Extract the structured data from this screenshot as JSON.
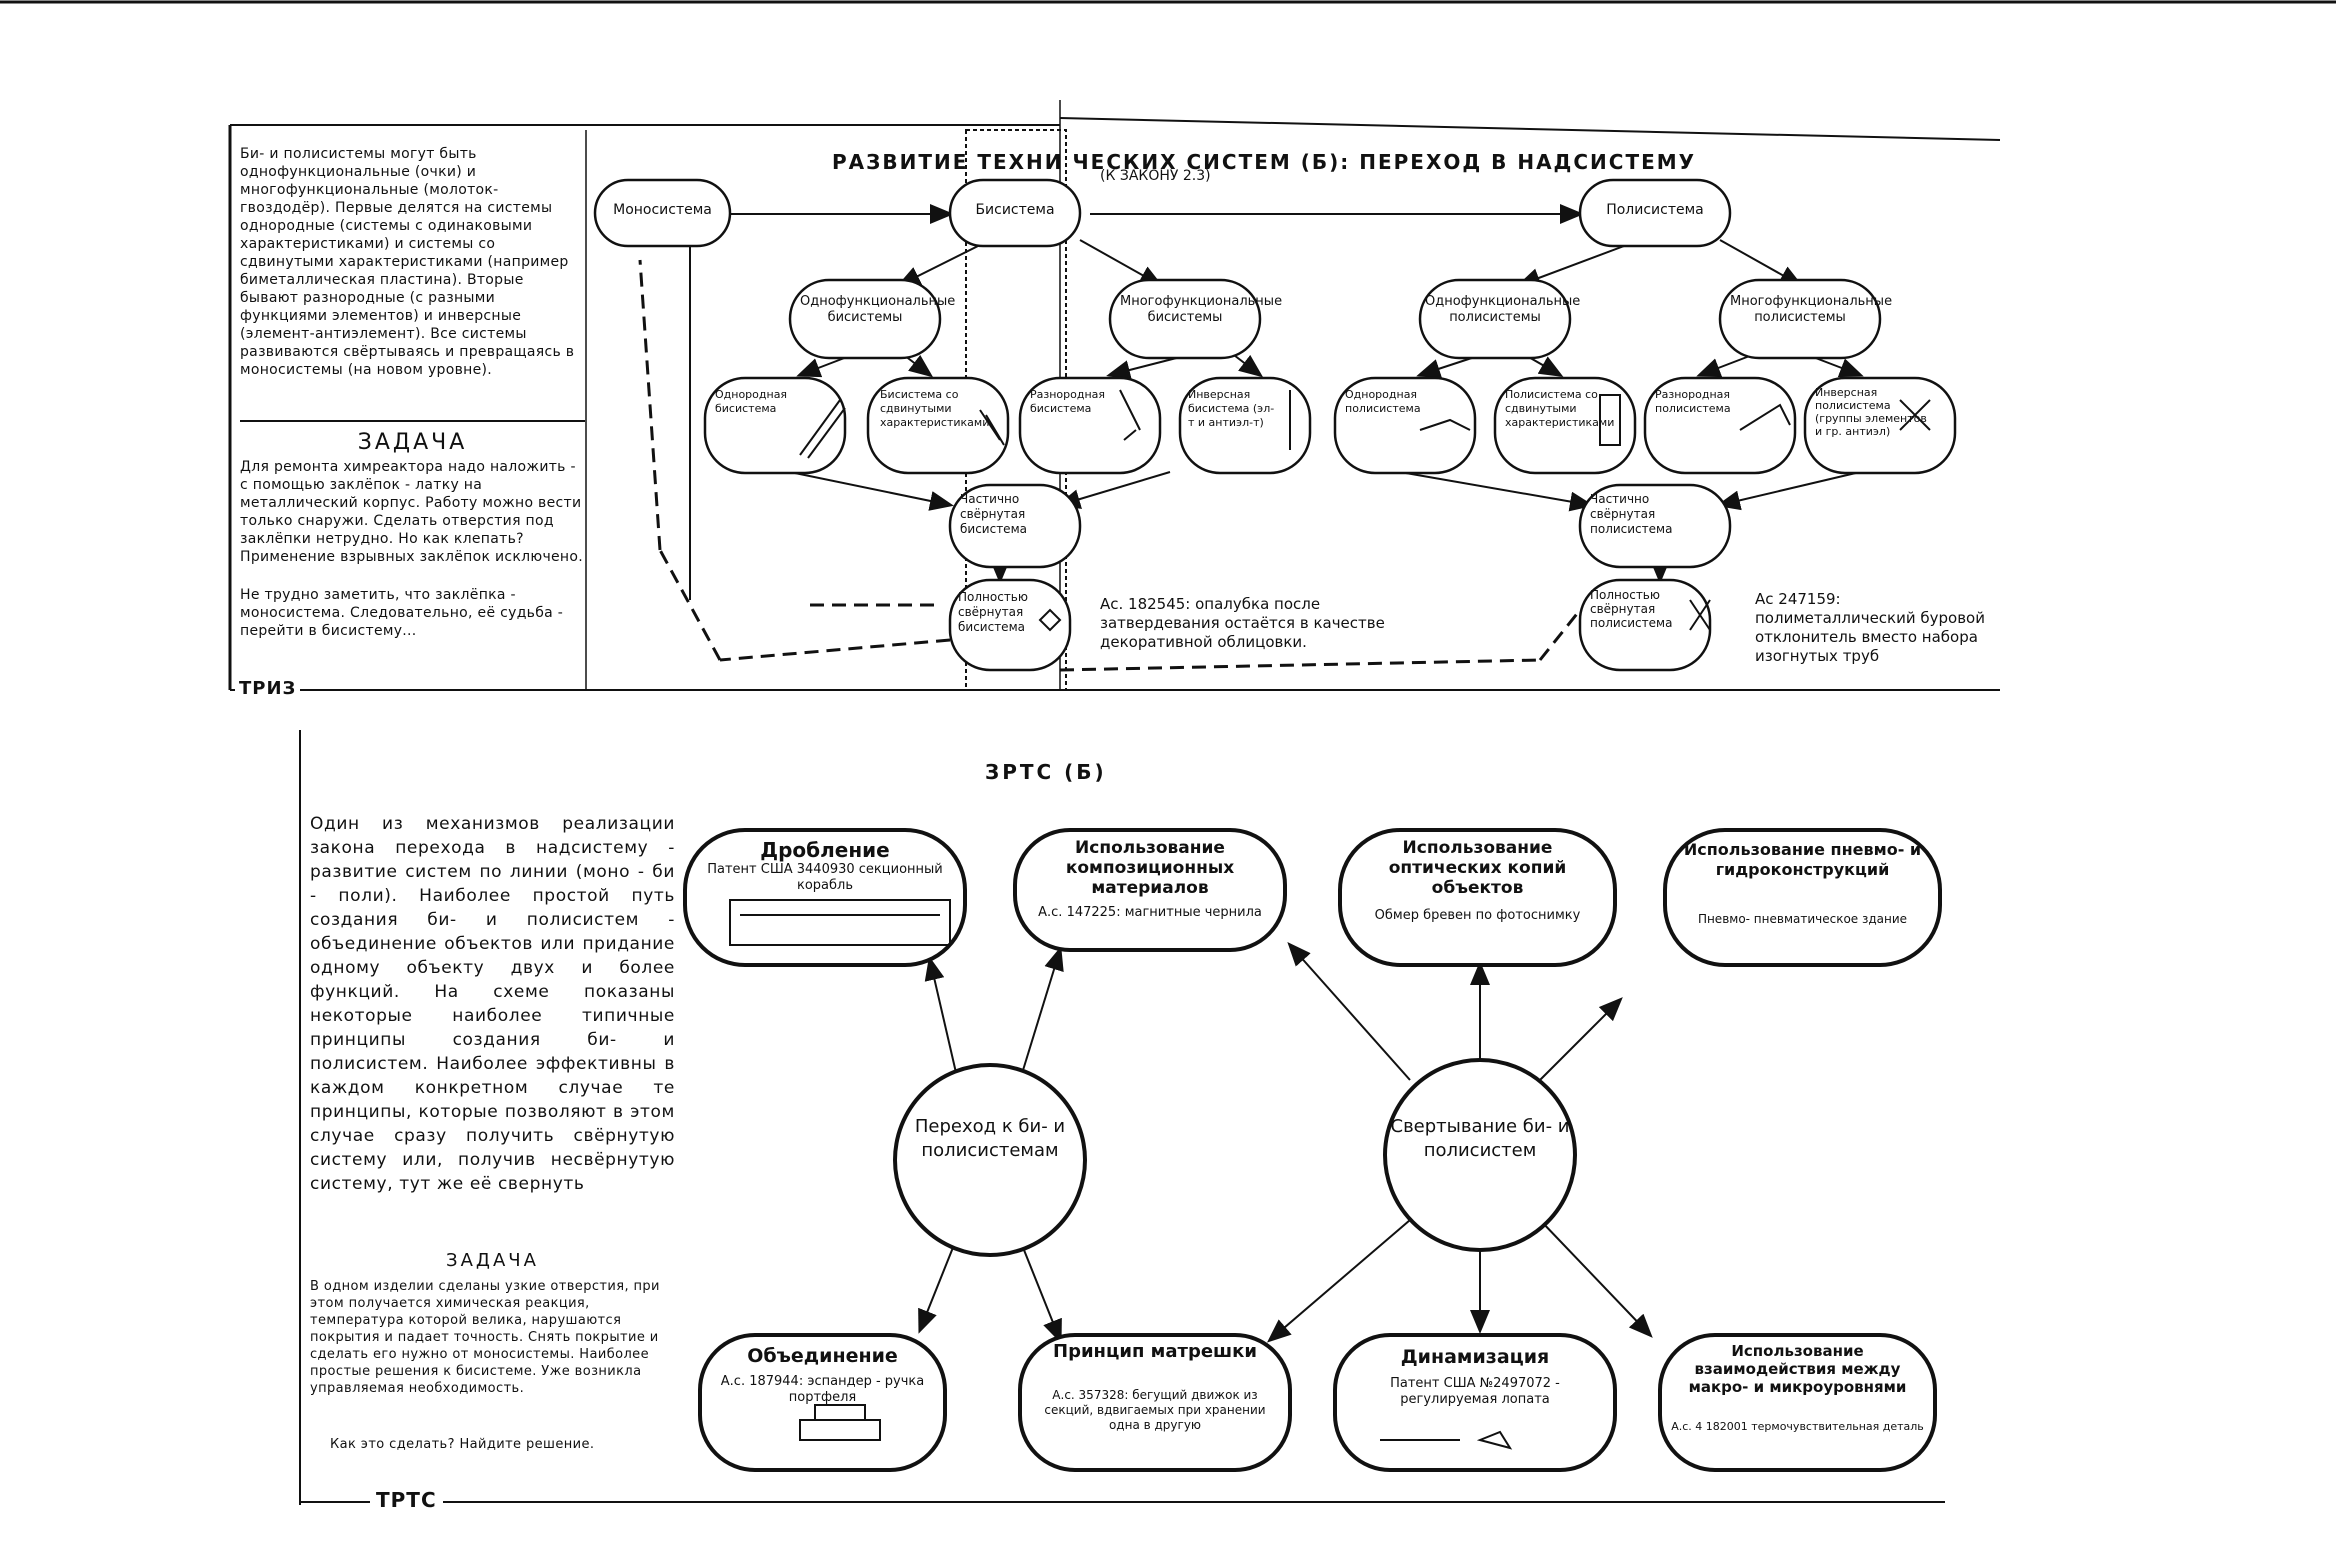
{
  "top": {
    "title": "РАЗВИТИЕ ТЕХНИ ЧЕСКИХ СИСТЕМ (Б): ПЕРЕХОД В НАДСИСТЕМУ",
    "subtitle": "(К ЗАКОНУ 2.3)",
    "intro": "Би- и полисистемы могут быть однофункциональные (очки) и многофункциональные (молоток-гвоздодёр). Первые делятся на системы однородные (системы с одинаковыми характеристиками) и системы со сдвинутыми характеристиками (например биметаллическая пластина). Вторые бывают разнородные (с разными функциями элементов) и инверсные (элемент-антиэлемент). Все системы развиваются свёртываясь и превращаясь в моносистемы (на новом уровне).",
    "task_heading": "ЗАДАЧА",
    "task": "Для ремонта химреактора надо наложить - с помощью заклёпок - латку на металлический корпус. Работу можно вести только снаружи. Сделать отверстия под заклёпки нетрудно. Но как клепать? Применение взрывных заклёпок исключено.",
    "task_note": "Не трудно заметить, что заклёпка - моносистема. Следовательно, её судьба - перейти в бисистему...",
    "footer": "ТРИЗ",
    "nodes": {
      "mono": "Моносистема",
      "bi": "Бисистема",
      "poly": "Полисистема",
      "bi_one": "Однофункциональные бисистемы",
      "bi_multi": "Многофункциональные бисистемы",
      "poly_one": "Однофункциональные полисистемы",
      "poly_multi": "Многофункциональные полисистемы",
      "bi_homog": "Однородная бисистема",
      "bi_shift": "Бисистема со сдвинутыми характеристиками",
      "bi_hetero": "Разнородная бисистема",
      "bi_inverse": "Инверсная бисистема (эл-т и антиэл-т)",
      "poly_homog": "Однородная полисистема",
      "poly_shift": "Полисистема со сдвинутыми характеристиками",
      "poly_hetero": "Разнородная полисистема",
      "poly_inverse": "Инверсная полисистема (группы элементов и гр. антиэл)",
      "bi_partial": "Частично свёрнутая бисистема",
      "bi_full": "Полностью свёрнутая бисистема",
      "poly_partial": "Частично свёрнутая полисистема",
      "poly_full": "Полностью свёрнутая полисистема"
    },
    "note_left": "Ас. 182545: опалубка после затвердевания остаётся в качестве декоративной облицовки.",
    "note_right": "Ас 247159: полиметаллический буровой отклонитель вместо набора изогнутых труб"
  },
  "bottom": {
    "title": "ЗРТС (Б)",
    "intro": "Один из механизмов реализации закона перехода в надсистему - развитие систем по линии (моно - би - поли). Наиболее простой путь создания би- и полисистем - объединение объектов или придание одному объекту двух и более функций. На схеме показаны некоторые наиболее типичные принципы создания би- и полисистем. Наиболее эффективны в каждом конкретном случае те принципы, которые позволяют в этом случае сразу получить свёрнутую систему или, получив несвёрнутую систему, тут же её свернуть",
    "task_heading": "ЗАДАЧА",
    "task": "В одном изделии сделаны узкие отверстия, при этом получается химическая реакция, температура которой велика, нарушаются покрытия и падает точность. Снять покрытие и сделать его нужно от моносистемы. Наиболее простые решения к бисистеме. Уже возникла управляемая необходимость.",
    "task_q": "Как это сделать? Найдите решение.",
    "footer": "ТРТС",
    "center_left": "Переход к би- и полисистемам",
    "center_right": "Свертывание би- и полисистем",
    "nodes": {
      "drob_title": "Дробление",
      "drob_text": "Патент США 3440930 секционный корабль",
      "komp_title": "Использование композиционных материалов",
      "komp_text": "А.с. 147225: магнитные чернила",
      "opt_title": "Использование оптических копий объектов",
      "opt_text": "Обмер бревен по фотоснимку",
      "pnev_title": "Использование пневмо- и гидроконструкций",
      "pnev_text": "Пневмо- пневматическое здание",
      "obed_title": "Объединение",
      "obed_text": "А.с. 187944: эспандер - ручка портфеля",
      "matr_title": "Принцип матрешки",
      "matr_text": "А.с. 357328: бегущий движок из секций, вдвигаемых при хранении одна в другую",
      "dina_title": "Динамизация",
      "dina_text": "Патент США №2497072 - регулируемая лопата",
      "vzaim_title": "Использование взаимодействия между макро- и микроуровнями",
      "vzaim_text": "А.с. 4 182001 термочувствительная деталь"
    }
  }
}
